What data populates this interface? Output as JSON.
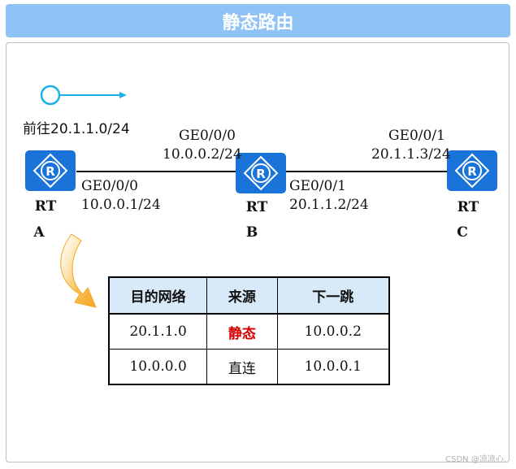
{
  "title": "静态路由",
  "destination_label": "前往20.1.1.0/24",
  "routers": [
    {
      "rt": "RT",
      "name": "A"
    },
    {
      "rt": "RT",
      "name": "B"
    },
    {
      "rt": "RT",
      "name": "C"
    }
  ],
  "links": [
    {
      "left_if": "GE0/0/0",
      "left_ip": "10.0.0.1/24",
      "right_if": "GE0/0/0",
      "right_ip": "10.0.0.2/24"
    },
    {
      "left_if": "GE0/0/1",
      "left_ip": "20.1.1.2/24",
      "right_if": "GE0/0/1",
      "right_ip": "20.1.1.3/24"
    }
  ],
  "routing_table": {
    "headers": [
      "目的网络",
      "来源",
      "下一跳"
    ],
    "rows": [
      [
        "20.1.1.0",
        "静态",
        "10.0.0.2"
      ],
      [
        "10.0.0.0",
        "直连",
        "10.0.0.1"
      ]
    ]
  },
  "colors": {
    "title_bg": "#8fc2f5",
    "router": "#1a73d9",
    "arrow": "#f5a623",
    "dest_marker": "#1ab0e8",
    "static_text": "#d40000"
  },
  "watermark": "CSDN @凉凉心."
}
